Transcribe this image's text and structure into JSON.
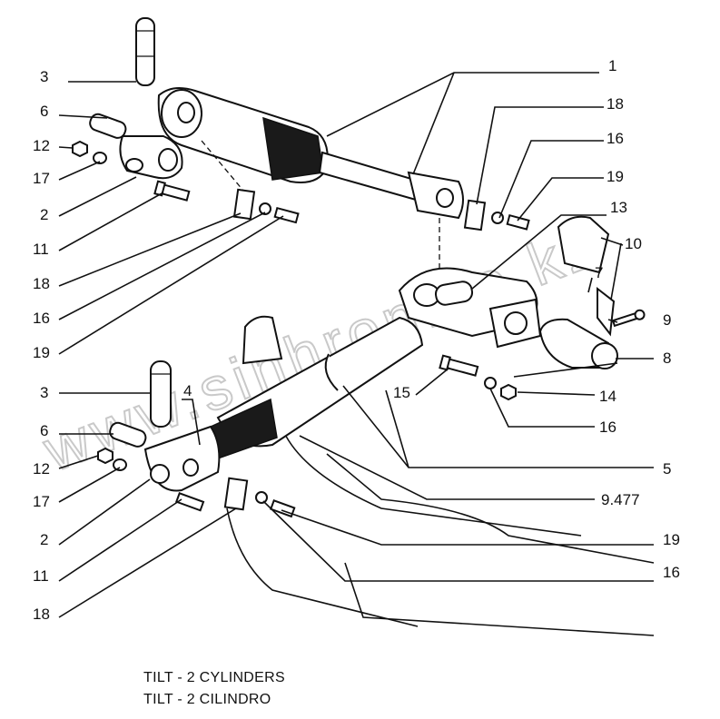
{
  "watermark": "www.sinhron.co.kz",
  "caption": {
    "line1": "TILT - 2 CYLINDERS",
    "line2": "TILT - 2 CILINDRO"
  },
  "callouts": [
    {
      "id": "c1",
      "text": "1"
    },
    {
      "id": "c2",
      "text": "3"
    },
    {
      "id": "c3",
      "text": "6"
    },
    {
      "id": "c4",
      "text": "12"
    },
    {
      "id": "c5",
      "text": "17"
    },
    {
      "id": "c6",
      "text": "2"
    },
    {
      "id": "c7",
      "text": "11"
    },
    {
      "id": "c8",
      "text": "18"
    },
    {
      "id": "c9",
      "text": "16"
    },
    {
      "id": "c10",
      "text": "19"
    },
    {
      "id": "c11",
      "text": "18"
    },
    {
      "id": "c12",
      "text": "16"
    },
    {
      "id": "c13",
      "text": "19"
    },
    {
      "id": "c14",
      "text": "13"
    },
    {
      "id": "c15",
      "text": "10"
    },
    {
      "id": "c16",
      "text": "7"
    },
    {
      "id": "c17",
      "text": "9"
    },
    {
      "id": "c18",
      "text": "8"
    },
    {
      "id": "c19",
      "text": "4"
    },
    {
      "id": "c20",
      "text": "3"
    },
    {
      "id": "c21",
      "text": "15"
    },
    {
      "id": "c22",
      "text": "14"
    },
    {
      "id": "c23",
      "text": "6"
    },
    {
      "id": "c24",
      "text": "16"
    },
    {
      "id": "c25",
      "text": "12"
    },
    {
      "id": "c26",
      "text": "5"
    },
    {
      "id": "c27",
      "text": "17"
    },
    {
      "id": "c28",
      "text": "9.477"
    },
    {
      "id": "c29",
      "text": "2"
    },
    {
      "id": "c30",
      "text": "19"
    },
    {
      "id": "c31",
      "text": "11"
    },
    {
      "id": "c32",
      "text": "16"
    },
    {
      "id": "c33",
      "text": "18"
    }
  ]
}
